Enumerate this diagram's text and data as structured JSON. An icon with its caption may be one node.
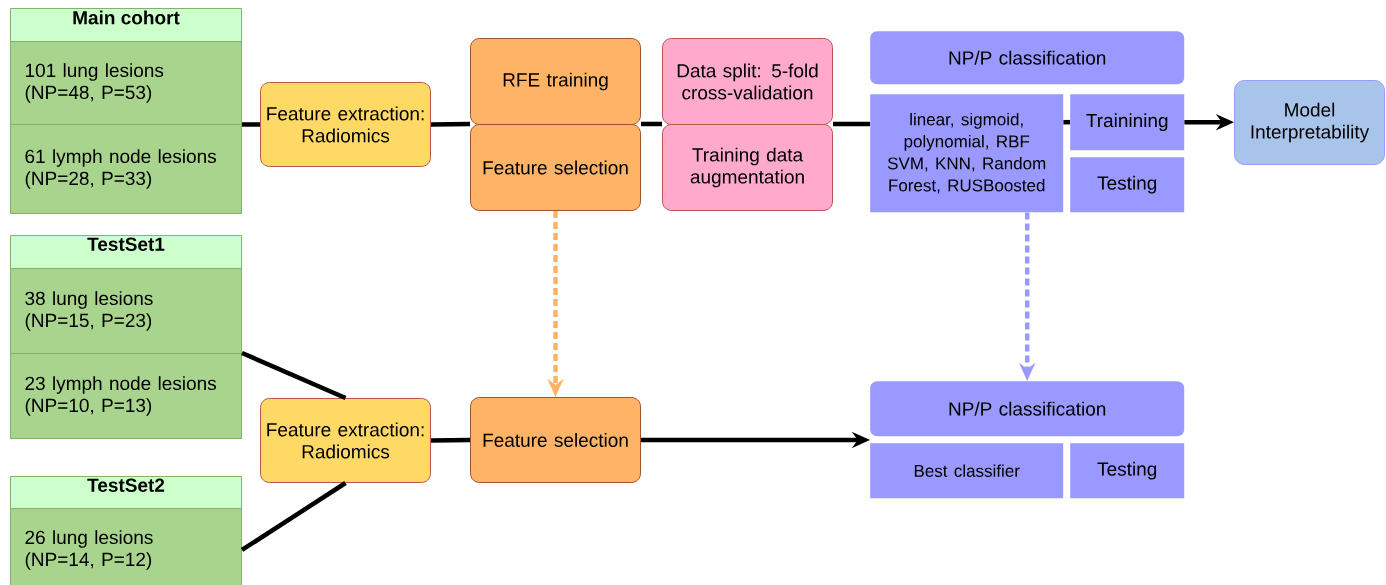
{
  "diagram": {
    "nodes": [
      {
        "text": [
          "Main cohort"
        ]
      },
      {
        "text": [
          "101 lung lesions (NP=48, P=53)"
        ],
        "in": 0
      },
      {
        "text": [
          "61 lymph node lesions (NP=28, P=33)"
        ],
        "in": 0
      },
      {
        "text": [
          "TestSet1"
        ]
      },
      {
        "text": [
          "38 lung lesions (NP=15, P=23)"
        ],
        "in": 3
      },
      {
        "text": [
          "23 lymph node lesions (NP=10, P=13)"
        ],
        "in": 3
      },
      {
        "text": [
          "TestSet2"
        ]
      },
      {
        "text": [
          "26 lung lesions (NP=14, P=12)"
        ],
        "in": 6
      },
      {
        "text": [
          "Feature extraction: Radiomics"
        ]
      },
      {
        "text": [
          "RFE training"
        ]
      },
      {
        "text": [
          "Feature selection"
        ]
      },
      {
        "text": [
          "Data split: 5-fold cross-validation"
        ]
      },
      {
        "text": [
          "Training data augmentation"
        ]
      },
      {
        "text": [
          "NP/P classification"
        ]
      },
      {
        "text": [
          "linear, sigmoid, polynomial, RBF SVM, KNN, Random Forest, RUSBoosted"
        ]
      },
      {
        "text": [
          "Trainining"
        ]
      },
      {
        "text": [
          "Testing"
        ]
      },
      {
        "text": [
          "Model Interpretability"
        ]
      },
      {
        "text": [
          "Feature extraction: Radiomics"
        ]
      },
      {
        "text": [
          "Feature selection"
        ]
      },
      {
        "text": [
          "NP/P classification"
        ]
      },
      {
        "text": [
          "Best classifier"
        ]
      },
      {
        "text": [
          "Testing"
        ]
      }
    ],
    "edges": [
      {
        "from": 0,
        "to": 8,
        "arrow": "none"
      },
      {
        "from": 8,
        "to": 10,
        "arrow": "none"
      },
      {
        "from": 10,
        "to": 12,
        "arrow": "none"
      },
      {
        "from": 12,
        "to": 14,
        "arrow": "none"
      },
      {
        "from": 14,
        "to": 15,
        "arrow": "none"
      },
      {
        "from": 15,
        "to": 17,
        "arrow": "to"
      },
      {
        "from": 3,
        "to": 18,
        "arrow": "none"
      },
      {
        "from": 6,
        "to": 18,
        "arrow": "none"
      },
      {
        "from": 18,
        "to": 19,
        "arrow": "none"
      },
      {
        "from": 19,
        "to": 20,
        "arrow": "to"
      },
      {
        "from": 10,
        "to": 19,
        "arrow": "to",
        "style": "dashed",
        "color": "#ffb366"
      },
      {
        "from": 14,
        "to": 20,
        "arrow": "to",
        "style": "dashed",
        "color": "#9999ff"
      }
    ]
  }
}
